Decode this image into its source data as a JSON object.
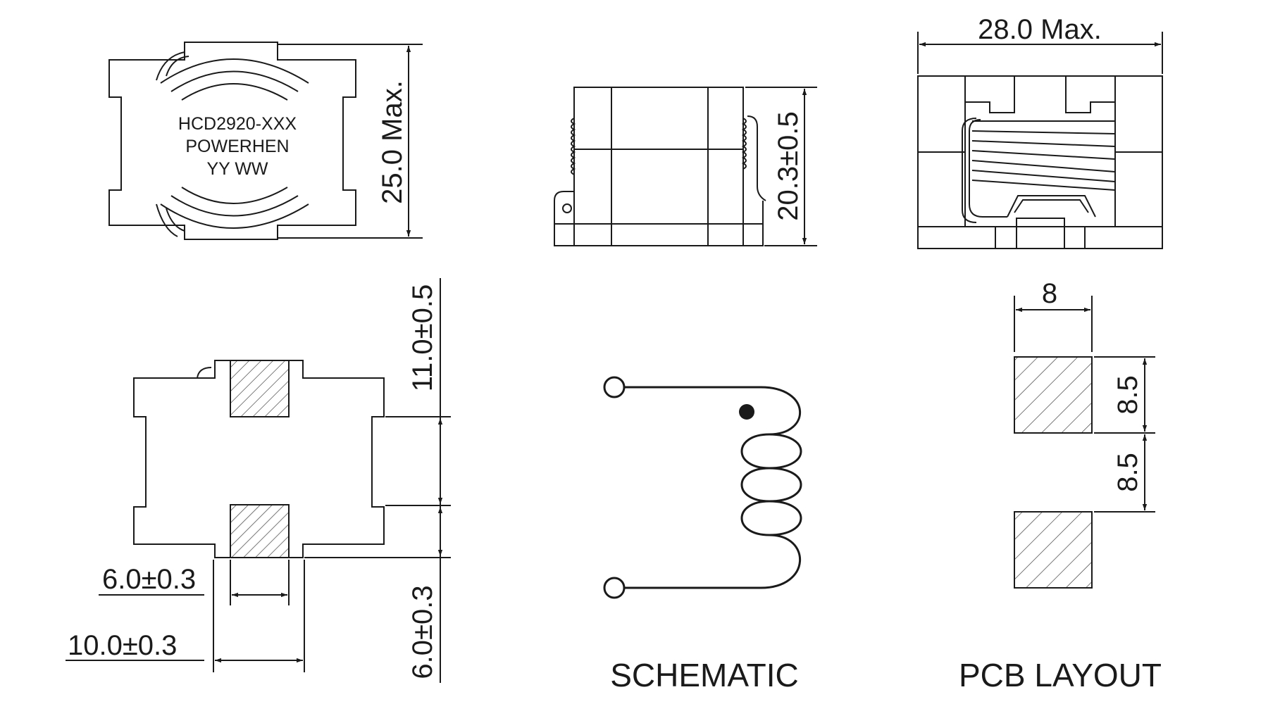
{
  "marking": {
    "line1": "HCD2920-XXX",
    "line2": "POWERHEN",
    "line3": "YY WW"
  },
  "dimensions": {
    "max_height": "25.0 Max.",
    "height": "20.3±0.5",
    "max_length": "28.0 Max.",
    "terminal_gap": "11.0±0.5",
    "terminal_length": "6.0±0.3",
    "terminal_width": "6.0±0.3",
    "terminal_span": "10.0±0.3"
  },
  "pcb": {
    "pad_width": "8",
    "pad_height": "8.5",
    "pad_spacing": "8.5"
  },
  "captions": {
    "schematic": "SCHEMATIC",
    "pcb_layout": "PCB LAYOUT"
  }
}
